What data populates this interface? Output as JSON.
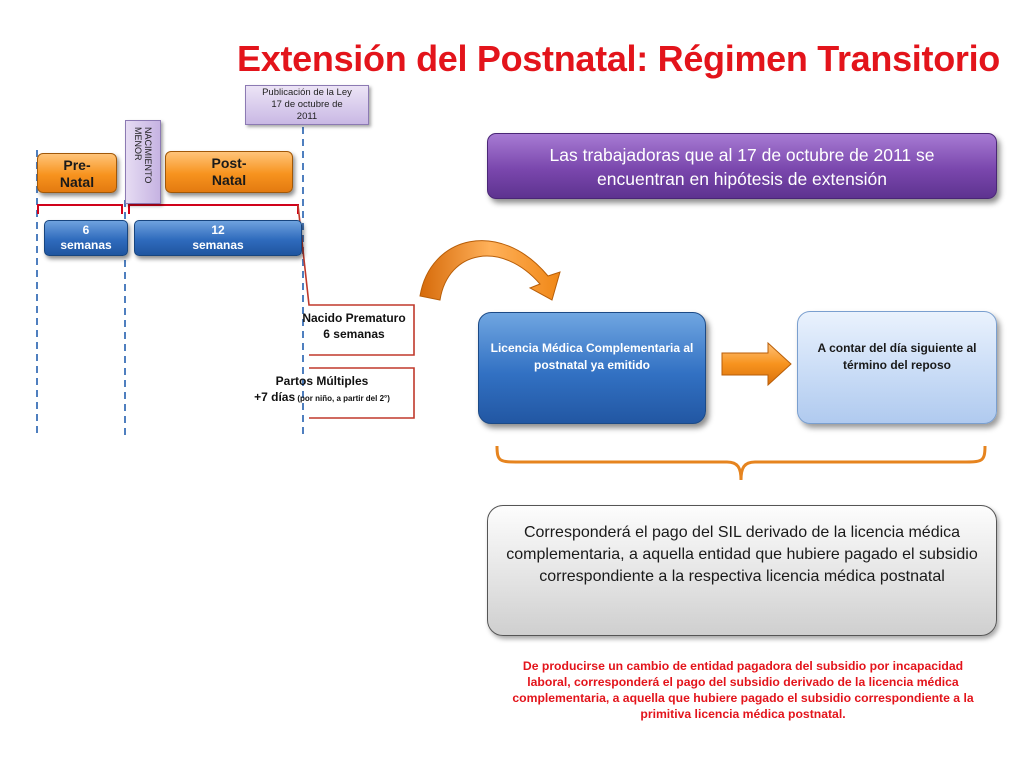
{
  "title": "Extensión del Postnatal: Régimen Transitorio",
  "publication": {
    "line1": "Publicación de la Ley",
    "line2": "17 de octubre de",
    "line3": "2011"
  },
  "birth_marker": {
    "line1": "NACIMIENTO",
    "line2": "MENOR"
  },
  "pre_natal": {
    "line1": "Pre-",
    "line2": "Natal"
  },
  "post_natal": {
    "line1": "Post-",
    "line2": "Natal"
  },
  "pre_weeks": {
    "line1": "6",
    "line2": "semanas"
  },
  "post_weeks": {
    "line1": "12",
    "line2": "semanas"
  },
  "premature": {
    "line1": "Nacido Prematuro",
    "line2": "6 semanas"
  },
  "multiple_births": {
    "line1": "Partos Múltiples",
    "line2": "+7 días",
    "line2_small": " (por niño, a partir del 2°)"
  },
  "hypothesis": "Las trabajadoras que al 17 de octubre de 2011 se encuentran en hipótesis de extensión",
  "license_box": "Licencia Médica Complementaria al postnatal ya emitido",
  "start_box": "A contar del día siguiente al término del reposo",
  "payment_text": "Corresponderá el pago del SIL derivado de la licencia médica complementaria, a aquella entidad que hubiere pagado el subsidio correspondiente a la respectiva licencia médica postnatal",
  "note": "De producirse un cambio de entidad pagadora del subsidio por incapacidad laboral, corresponderá el pago del subsidio derivado de la licencia médica complementaria, a aquella que hubiere pagado el subsidio correspondiente a la primitiva licencia médica postnatal.",
  "colors": {
    "title": "#e3141b",
    "orange": "#f7931e",
    "blue": "#2f6bbd",
    "purple": "#7a47ad",
    "light_blue": "#c9dcf6",
    "bracket_red": "#d0021b",
    "bracket_orange": "#e6841f",
    "dash_blue": "#4f7fbf",
    "note_red": "#e3141b"
  }
}
